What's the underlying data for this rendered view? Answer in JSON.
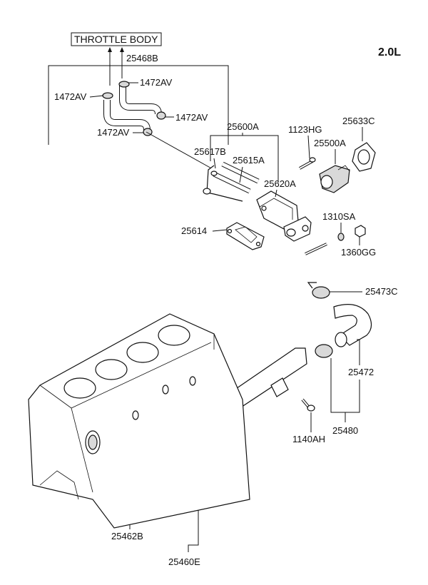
{
  "engine_variant": "2.0L",
  "throttle_body_label": "THROTTLE BODY",
  "parts": {
    "p25468B": "25468B",
    "p1472AV_a": "1472AV",
    "p1472AV_b": "1472AV",
    "p1472AV_c": "1472AV",
    "p1472AV_d": "1472AV",
    "p25600A": "25600A",
    "p1123HG": "1123HG",
    "p25633C": "25633C",
    "p25500A": "25500A",
    "p25617B": "25617B",
    "p25615A": "25615A",
    "p25620A": "25620A",
    "p1310SA": "1310SA",
    "p25614": "25614",
    "p1360GG": "1360GG",
    "p25473C": "25473C",
    "p25472": "25472",
    "p25480": "25480",
    "p1140AH": "1140AH",
    "p25462B": "25462B",
    "p25460E": "25460E"
  }
}
